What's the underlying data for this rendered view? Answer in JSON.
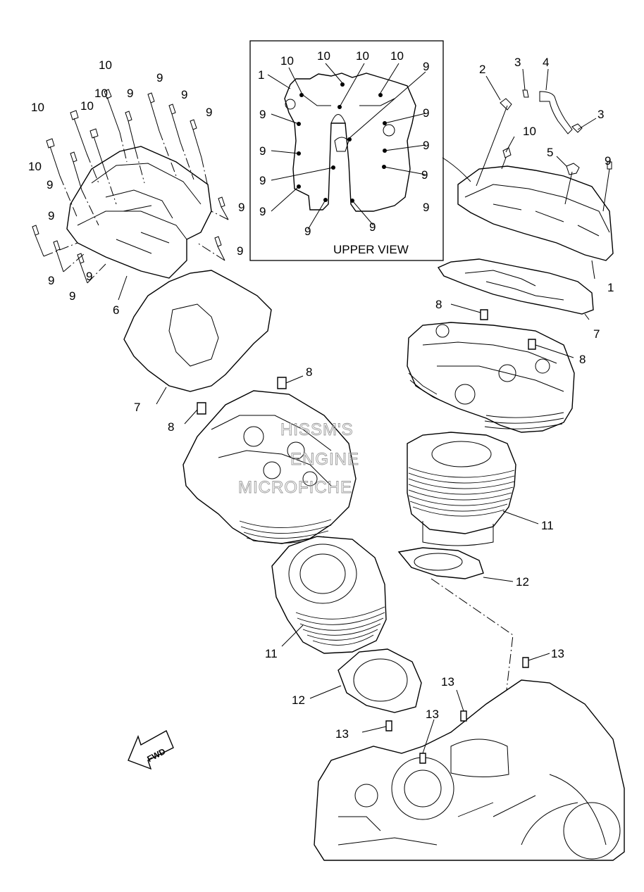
{
  "upper_view": {
    "title": "UPPER VIEW"
  },
  "fwd_label": "FWD",
  "watermark": [
    "HISSM'S",
    "ENGINE",
    "MICROFICHE"
  ],
  "callouts": {
    "c1a": "1",
    "c1b": "1",
    "c2": "2",
    "c3a": "3",
    "c3b": "3",
    "c4": "4",
    "c5": "5",
    "c6": "6",
    "c7a": "7",
    "c7b": "7",
    "c8a": "8",
    "c8b": "8",
    "c8c": "8",
    "c8d": "8",
    "c9": "9",
    "c10": "10",
    "c11a": "11",
    "c11b": "11",
    "c12a": "12",
    "c12b": "12",
    "c13a": "13",
    "c13b": "13",
    "c13c": "13",
    "c13d": "13"
  },
  "left_bolt_labels": [
    "10",
    "9",
    "9",
    "9",
    "10",
    "10",
    "9",
    "9",
    "10",
    "9",
    "9",
    "9",
    "9",
    "9",
    "9",
    "9",
    "10"
  ],
  "upper_view_labels": [
    "1",
    "10",
    "10",
    "10",
    "10",
    "9",
    "9",
    "9",
    "9",
    "9",
    "9",
    "9",
    "9",
    "9",
    "9",
    "9"
  ]
}
